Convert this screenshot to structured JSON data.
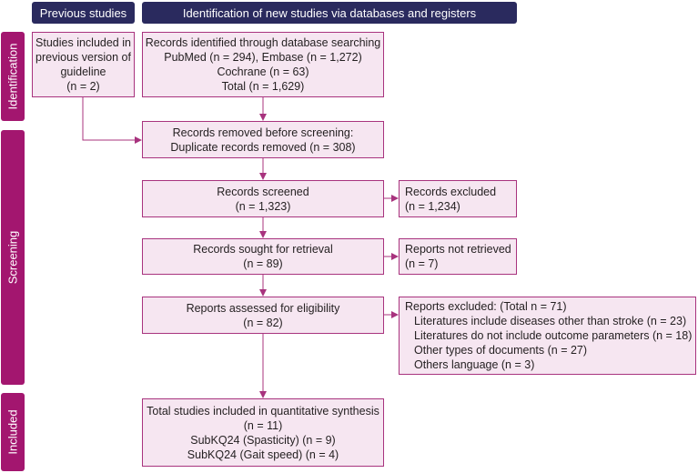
{
  "headers": {
    "previous": "Previous studies",
    "new": "Identification of new studies via databases and registers"
  },
  "phases": {
    "identification": "Identification",
    "screening": "Screening",
    "included": "Included"
  },
  "boxes": {
    "previous": [
      "Studies included in",
      "previous version of",
      "guideline",
      "(n = 2)"
    ],
    "identified": [
      "Records identified through database searching",
      "PubMed (n = 294), Embase (n = 1,272)",
      "Cochrane (n = 63)",
      "Total (n = 1,629)"
    ],
    "removed": [
      "Records removed before screening:",
      "Duplicate records removed (n = 308)"
    ],
    "screened": [
      "Records screened",
      "(n = 1,323)"
    ],
    "excluded": [
      "Records excluded",
      "(n = 1,234)"
    ],
    "sought": [
      "Records sought for retrieval",
      "(n = 89)"
    ],
    "not_retrieved": [
      "Reports not retrieved",
      "(n = 7)"
    ],
    "assessed": [
      "Reports assessed for eligibility",
      "(n = 82)"
    ],
    "reports_excluded": {
      "title": "Reports excluded: (Total n = 71)",
      "items": [
        "Literatures include diseases other than stroke (n = 23)",
        "Literatures do not include outcome parameters (n = 18)",
        "Other types of documents (n = 27)",
        "Others language (n = 3)"
      ]
    },
    "included": [
      "Total studies included in quantitative synthesis",
      "(n = 11)",
      "SubKQ24 (Spasticity) (n = 9)",
      "SubKQ24 (Gait speed) (n = 4)"
    ]
  }
}
